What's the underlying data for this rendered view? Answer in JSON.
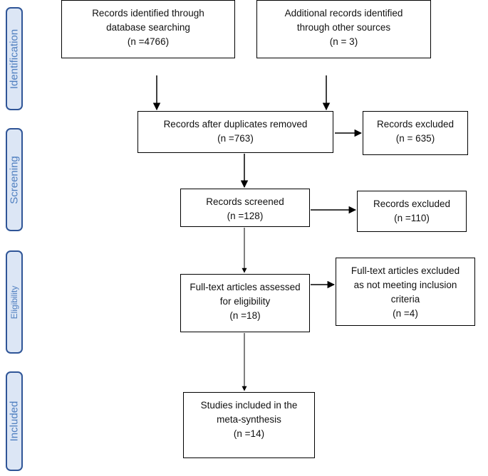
{
  "stages": {
    "identification": "Identification",
    "screening": "Screening",
    "eligibility": "Eligibility",
    "included": "Included"
  },
  "boxes": {
    "db_search": {
      "line1": "Records identified through",
      "line2": "database searching",
      "line3": "(n =4766)"
    },
    "other_sources": {
      "line1": "Additional records identified",
      "line2": "through other sources",
      "line3": "(n = 3)"
    },
    "after_duplicates": {
      "line1": "Records after duplicates removed",
      "line2": "(n =763)"
    },
    "excluded_1": {
      "line1": "Records excluded",
      "line2": "(n = 635)"
    },
    "screened": {
      "line1": "Records screened",
      "line2": "(n =128)"
    },
    "excluded_2": {
      "line1": "Records excluded",
      "line2": "(n =110)"
    },
    "fulltext_assessed": {
      "line1": "Full-text articles assessed",
      "line2": "for eligibility",
      "line3": "(n =18)"
    },
    "fulltext_excluded": {
      "line1": "Full-text articles excluded",
      "line2": "as not meeting inclusion",
      "line3": "criteria",
      "line4": "(n =4)"
    },
    "included_studies": {
      "line1": "Studies included in the",
      "line2": "meta-synthesis",
      "line3": "(n =14)"
    }
  }
}
